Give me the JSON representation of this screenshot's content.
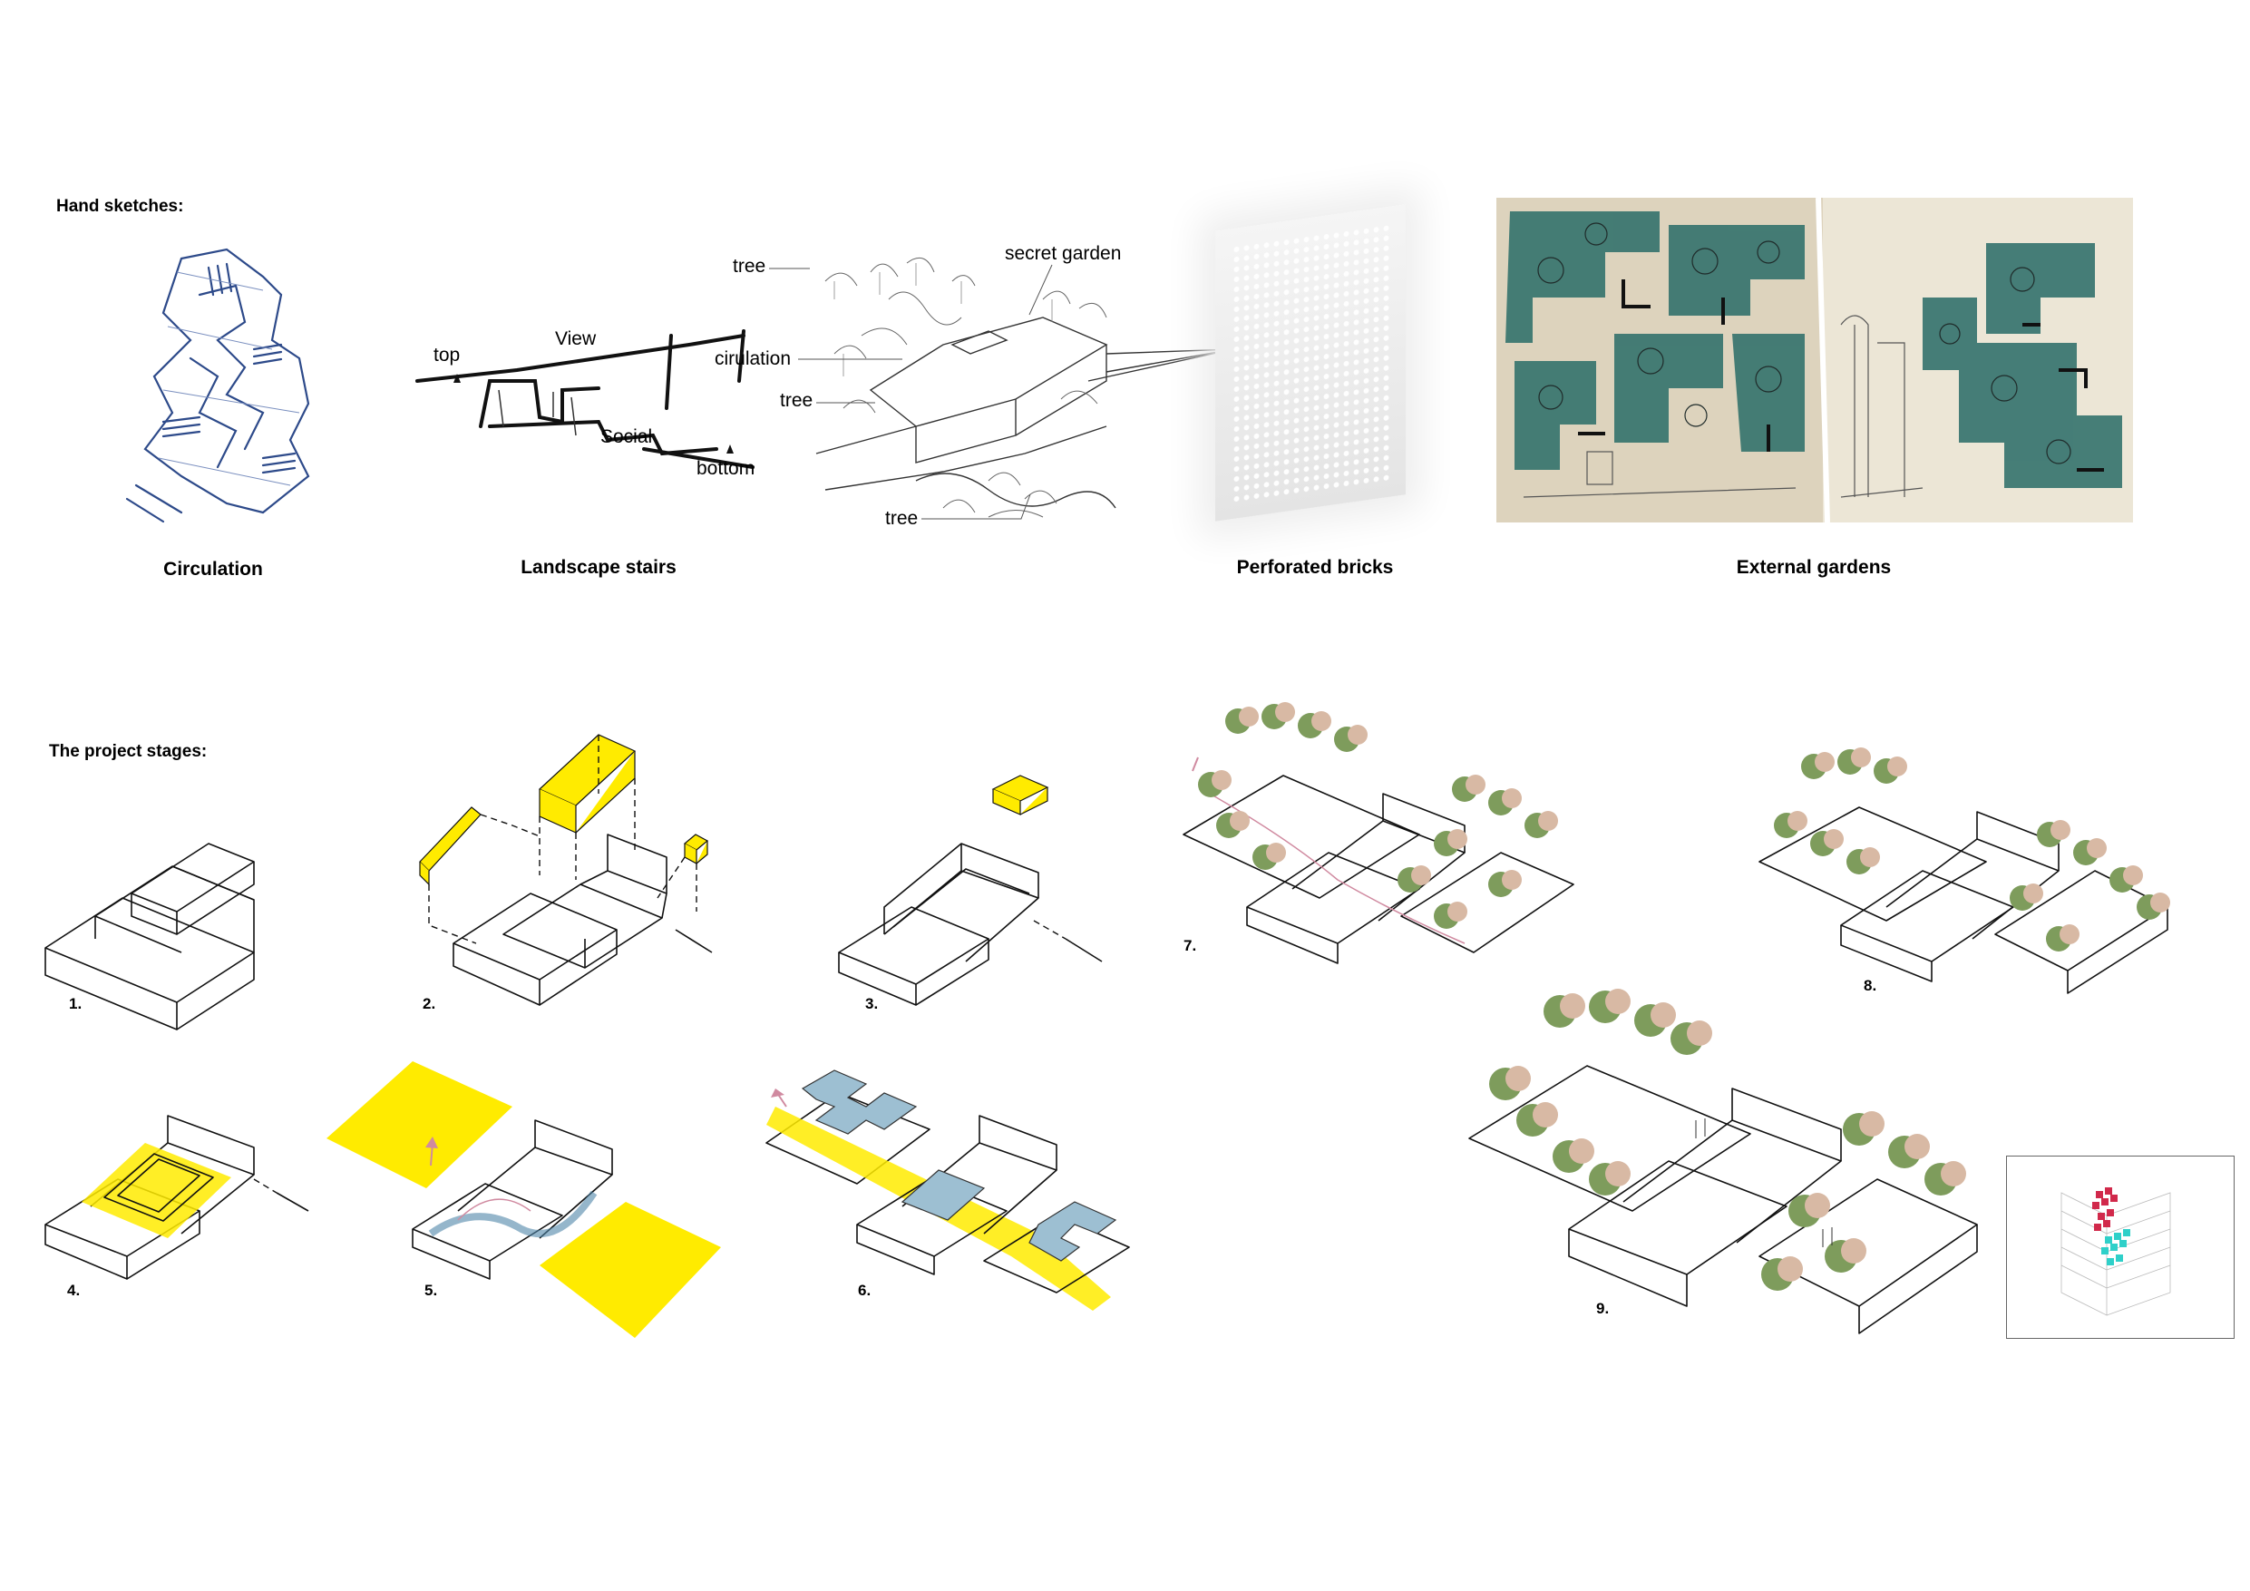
{
  "hand_sketches": {
    "heading": "Hand sketches:",
    "captions": {
      "circulation": "Circulation",
      "landscape_stairs": "Landscape stairs",
      "perforated_bricks": "Perforated bricks",
      "external_gardens": "External gardens"
    },
    "stairs_annotations": {
      "top": "top",
      "view": "View",
      "social": "Social",
      "bottom": "bottom"
    },
    "garden_annotations": {
      "tree_1": "tree",
      "secret_garden": "secret garden",
      "circulation": "cirulation",
      "tree_2": "tree",
      "tree_3": "tree"
    }
  },
  "project_stages": {
    "heading": "The project stages:",
    "stages": [
      "1.",
      "2.",
      "3.",
      "4.",
      "5.",
      "6.",
      "7.",
      "8.",
      "9."
    ]
  },
  "colors": {
    "highlight_yellow": "#ffeb00",
    "path_blue": "#9dbfd2",
    "tree_green": "#7e9c5c",
    "tree_pink": "#d8b9a4",
    "garden_teal": "#2f6f6a"
  }
}
